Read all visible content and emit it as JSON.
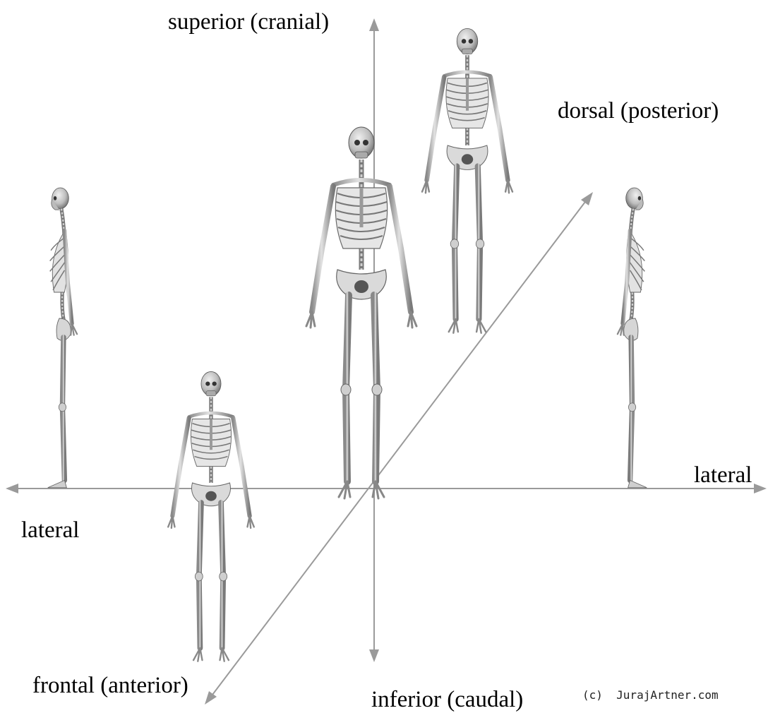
{
  "labels": {
    "superior": "superior (cranial)",
    "inferior": "inferior (caudal)",
    "dorsal": "dorsal (posterior)",
    "frontal": "frontal (anterior)",
    "lateral_left": "lateral",
    "lateral_right": "lateral"
  },
  "credit": "(c)  JurajArtner.com",
  "colors": {
    "axis": "#9a9a9a",
    "bone": "#d0d0d0",
    "bone_shadow": "#7a7a7a",
    "text": "#000000"
  },
  "figures": [
    {
      "name": "skeleton-front-view"
    },
    {
      "name": "skeleton-back-view"
    },
    {
      "name": "skeleton-side-view-left"
    },
    {
      "name": "skeleton-side-view-right"
    },
    {
      "name": "skeleton-front-small"
    }
  ]
}
